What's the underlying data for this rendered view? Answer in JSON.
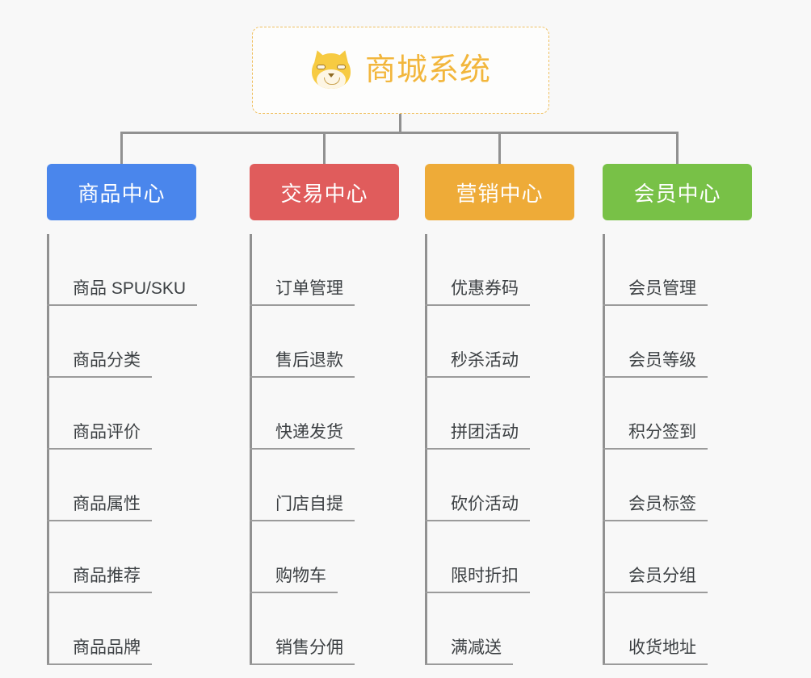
{
  "canvas": {
    "background": "#f8f8f8",
    "line_color": "#919191"
  },
  "root": {
    "title": "商城系统",
    "icon": "shiba-inu-dog-face",
    "text_color": "#f2b63c",
    "border_color": "#f0c060",
    "background": "#fdfdfc"
  },
  "branches": [
    {
      "label": "商品中心",
      "color": "#4a86ec",
      "items": [
        "商品 SPU/SKU",
        "商品分类",
        "商品评价",
        "商品属性",
        "商品推荐",
        "商品品牌"
      ]
    },
    {
      "label": "交易中心",
      "color": "#e05c5c",
      "items": [
        "订单管理",
        "售后退款",
        "快递发货",
        "门店自提",
        "购物车",
        "销售分佣"
      ]
    },
    {
      "label": "营销中心",
      "color": "#eeab38",
      "items": [
        "优惠券码",
        "秒杀活动",
        "拼团活动",
        "砍价活动",
        "限时折扣",
        "满减送"
      ]
    },
    {
      "label": "会员中心",
      "color": "#78c147",
      "items": [
        "会员管理",
        "会员等级",
        "积分签到",
        "会员标签",
        "会员分组",
        "收货地址"
      ]
    }
  ]
}
